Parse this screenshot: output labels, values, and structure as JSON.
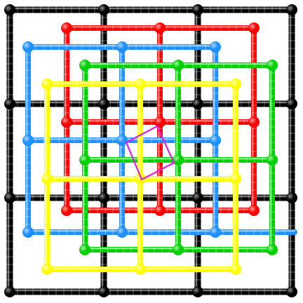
{
  "image": {
    "type": "interpenetrated-square-grid-nets",
    "background": "#ffffff"
  },
  "nets": [
    {
      "id": "net-black",
      "color": "#000000",
      "highlight": "#8a8a8a"
    },
    {
      "id": "net-red",
      "color": "#ff0000",
      "highlight": "#ff9a9a"
    },
    {
      "id": "net-blue",
      "color": "#1e90ff",
      "highlight": "#a9d6ff"
    },
    {
      "id": "net-green",
      "color": "#00d000",
      "highlight": "#a3f5a3"
    },
    {
      "id": "net-yellow",
      "color": "#ffff00",
      "highlight": "#ffffb8"
    }
  ],
  "unit_cell": {
    "color": "#e020e0"
  }
}
